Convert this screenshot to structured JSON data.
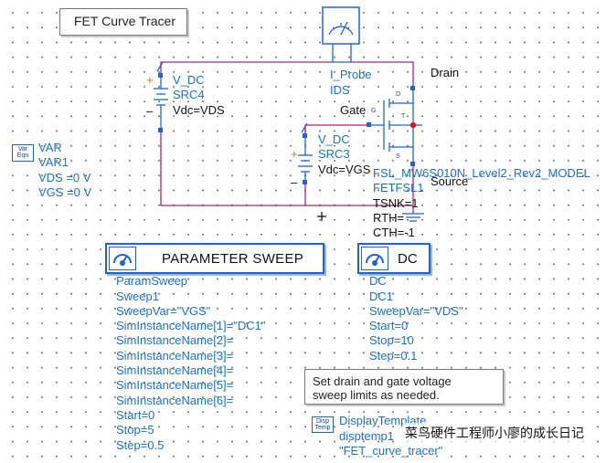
{
  "title": "FET Curve Tracer",
  "var_block": {
    "icon_top": "Var",
    "icon_bottom": "Eqn",
    "type": "VAR",
    "name": "VAR1",
    "lines": [
      "VDS =0 V",
      "VGS =0 V"
    ]
  },
  "src4": {
    "plus": "+",
    "minus": "–",
    "type": "V_DC",
    "name": "SRC4",
    "value": "Vdc=VDS"
  },
  "src3": {
    "plus": "+",
    "minus": "–",
    "type": "V_DC",
    "name": "SRC3",
    "value": "Vdc=VGS"
  },
  "probe": {
    "type": "I_Probe",
    "name": "IDS"
  },
  "fet": {
    "drain_label": "Drain",
    "gate_label": "Gate",
    "source_label": "Source",
    "pin_d": "D",
    "pin_g": "G",
    "pin_s": "S",
    "pin_t": "T",
    "model": "FSL_MW6S010N_Level2_Rev2_MODEL",
    "name": "FETFSL1",
    "params": [
      "TSNK=1",
      "RTH=",
      "CTH=-1"
    ]
  },
  "param_sweep": {
    "header": "PARAMETER SWEEP",
    "lines": [
      "ParamSweep",
      "Sweep1",
      "SweepVar=\"VGS\"",
      "SimInstanceName[1]=\"DC1\"",
      "SimInstanceName[2]=",
      "SimInstanceName[3]=",
      "SimInstanceName[4]=",
      "SimInstanceName[5]=",
      "SimInstanceName[6]=",
      "Start=0",
      "Stop=5",
      "Step=0.5"
    ]
  },
  "dc": {
    "header": "DC",
    "lines": [
      "DC",
      "DC1",
      "SweepVar=\"VDS\"",
      "Start=0",
      "Stop=10",
      "Step=0.1"
    ]
  },
  "note": {
    "lines": [
      "Set drain and gate voltage",
      "sweep limits as needed."
    ]
  },
  "display": {
    "icon_top": "Disp",
    "icon_bottom": "Temp",
    "type": "DisplayTemplate",
    "name": "disptemp1",
    "value": "\"FET_curve_tracer\""
  },
  "cursor": "+",
  "watermark": "菜鸟硬件工程师小廖的成长日记",
  "colors": {
    "wire": "#b3206e",
    "label_blue": "#1a6fd4",
    "component_blue": "#1c63d6",
    "pin_dot": "#1c63d6",
    "port_red": "#d8171c"
  }
}
